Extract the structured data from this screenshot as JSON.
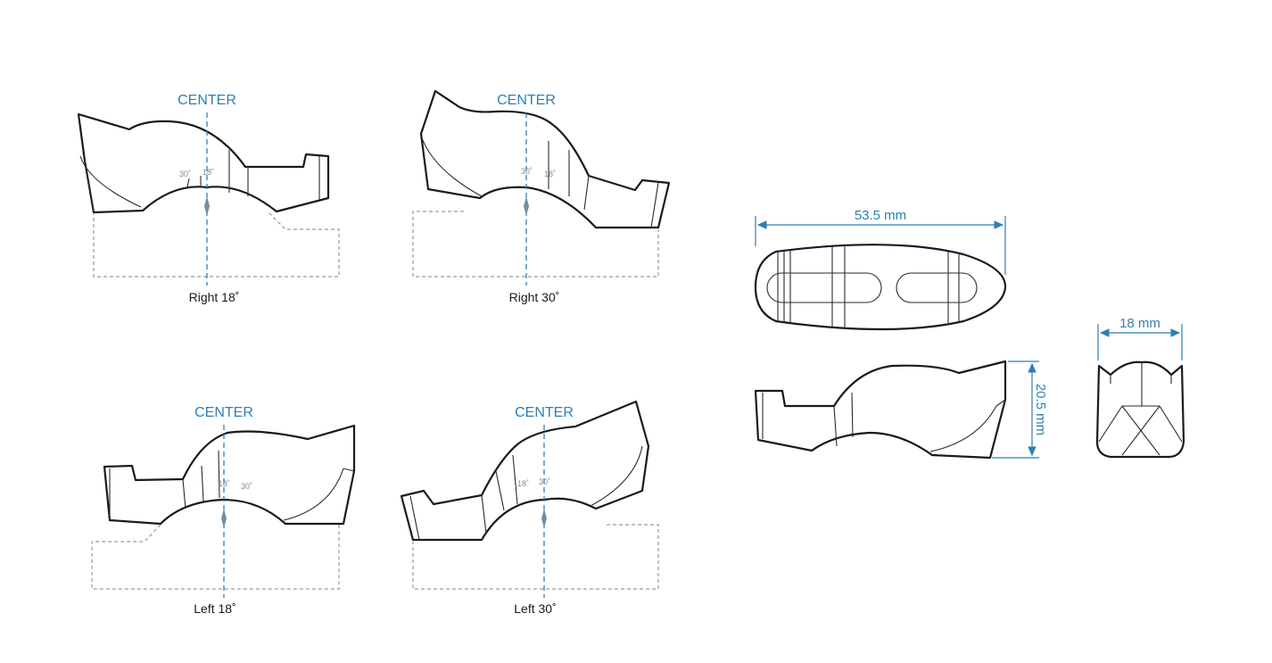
{
  "views": {
    "right18": {
      "center_label": "CENTER",
      "caption": "Right 18˚",
      "deg_a": "30˚",
      "deg_b": "18˚"
    },
    "right30": {
      "center_label": "CENTER",
      "caption": "Right 30˚",
      "deg_a": "30˚",
      "deg_b": "18˚"
    },
    "left18": {
      "center_label": "CENTER",
      "caption": "Left 18˚",
      "deg_a": "18˚",
      "deg_b": "30˚"
    },
    "left30": {
      "center_label": "CENTER",
      "caption": "Left 30˚",
      "deg_a": "18˚",
      "deg_b": "30˚"
    }
  },
  "dimensions": {
    "length": "53.5 mm",
    "height": "20.5 mm",
    "width": "18 mm"
  }
}
